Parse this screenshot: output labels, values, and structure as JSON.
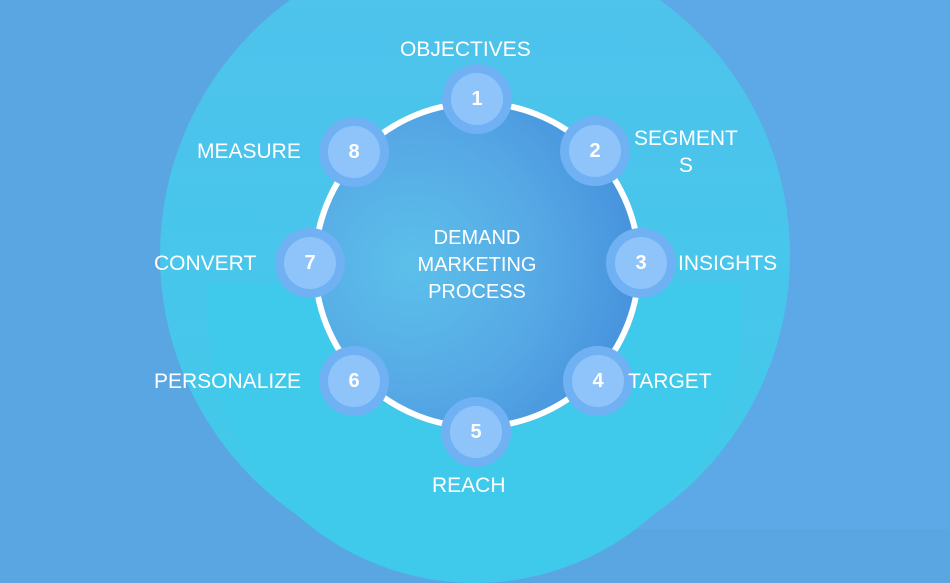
{
  "center": {
    "line1": "DEMAND",
    "line2": "MARKETING",
    "line3": "PROCESS"
  },
  "steps": [
    {
      "number": "1",
      "label": "OBJECTIVES"
    },
    {
      "number": "2",
      "label_line1": "SEGMENT",
      "label_line2": "S"
    },
    {
      "number": "3",
      "label": "INSIGHTS"
    },
    {
      "number": "4",
      "label": "TARGET"
    },
    {
      "number": "5",
      "label": "REACH"
    },
    {
      "number": "6",
      "label": "PERSONALIZE"
    },
    {
      "number": "7",
      "label": "CONVERT"
    },
    {
      "number": "8",
      "label": "MEASURE"
    }
  ],
  "colors": {
    "background": "#5aa6e2",
    "arc": "#47c6eb",
    "ring": "#ffffff",
    "node_outer": "#6fb1f3",
    "node_inner": "#8fc4fb"
  }
}
